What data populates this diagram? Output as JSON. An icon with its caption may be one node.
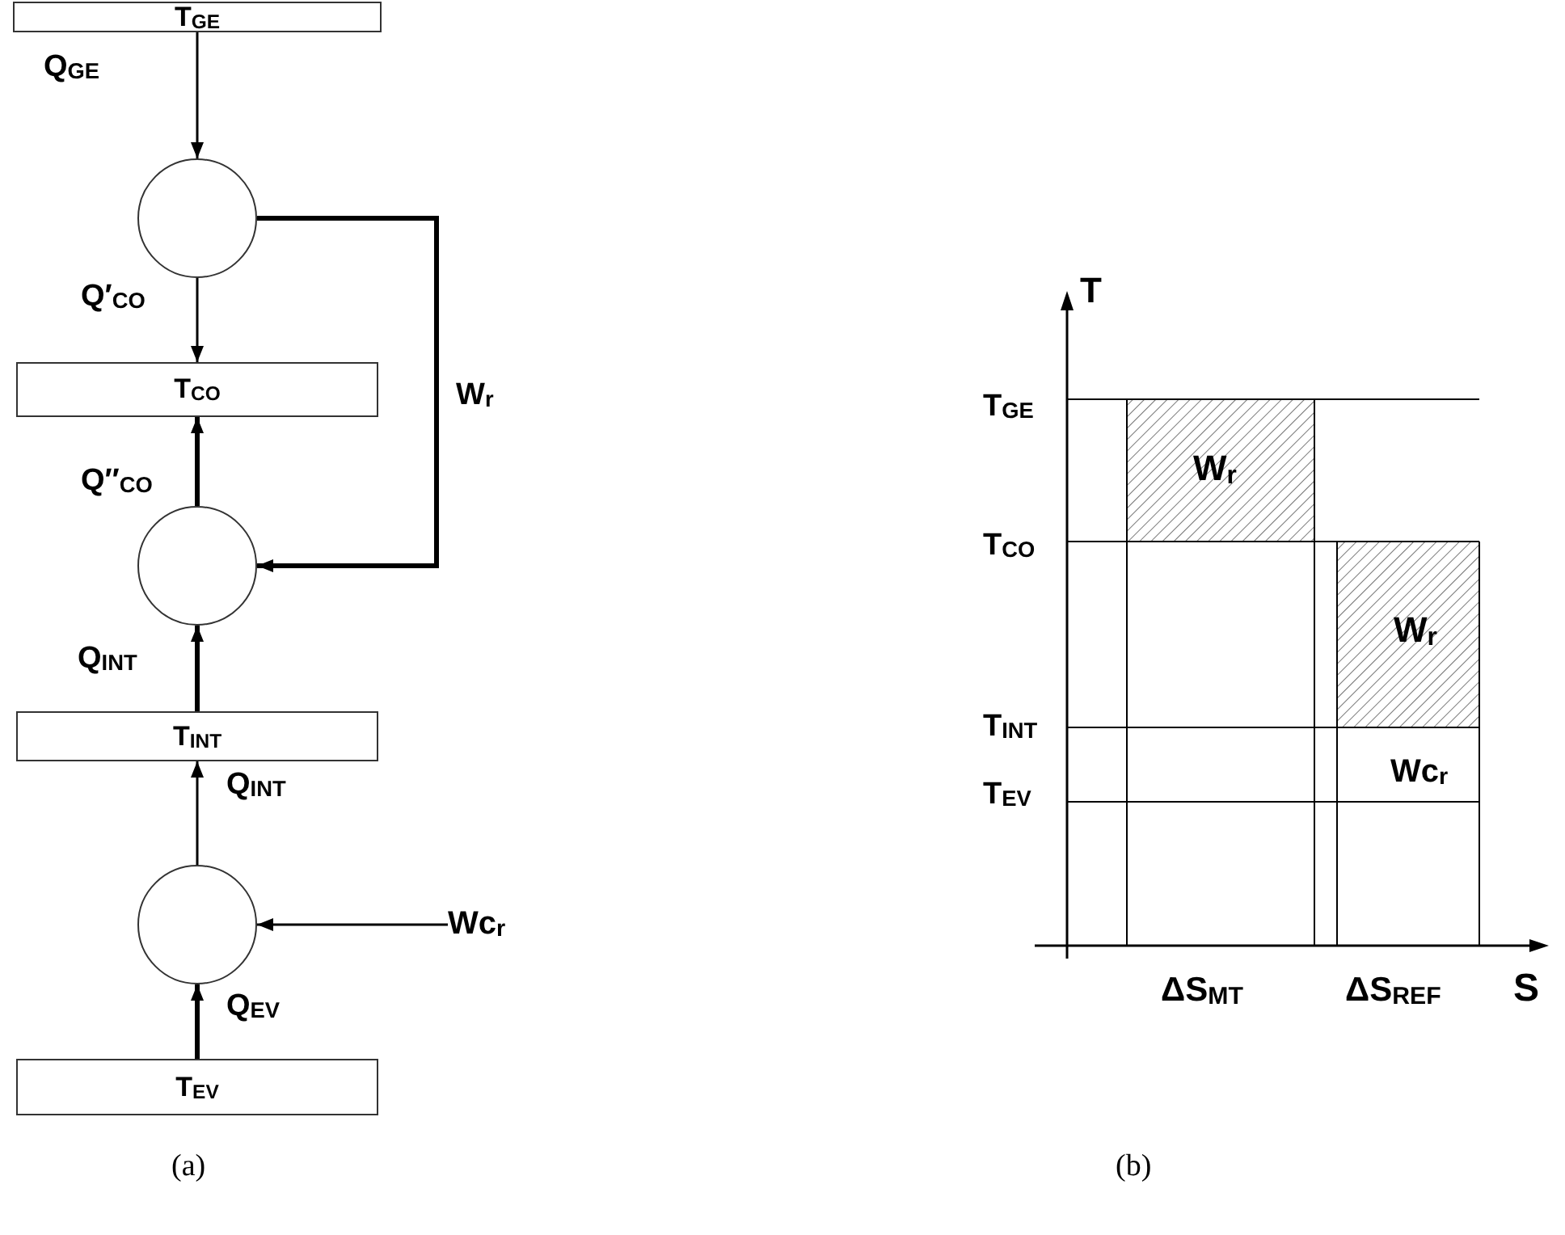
{
  "diagram": {
    "nodes": [
      {
        "text": [
          "T$_{GE}$"
        ]
      },
      {
        "text": [],
        "shape": "circle"
      },
      {
        "text": [
          "T$_{CO}$"
        ]
      },
      {
        "text": [],
        "shape": "circle"
      },
      {
        "text": [
          "T$_{INT}$"
        ]
      },
      {
        "text": [],
        "shape": "circle"
      },
      {
        "text": [
          "T$_{EV}$"
        ]
      },
      {
        "text": [
          "Wc$_{r}$"
        ]
      }
    ],
    "edges": [
      {
        "from": 0,
        "to": 1,
        "arrow": "to",
        "label": "Q$_{GE}$"
      },
      {
        "from": 1,
        "to": 2,
        "arrow": "to",
        "label": "Q′$_{CO}$"
      },
      {
        "from": 3,
        "to": 2,
        "arrow": "to",
        "label": "Q″$_{CO}$",
        "style": "thick"
      },
      {
        "from": 4,
        "to": 3,
        "arrow": "to",
        "label": "Q$_{INT}$",
        "style": "thick"
      },
      {
        "from": 5,
        "to": 4,
        "arrow": "to",
        "label": "Q$_{INT}$"
      },
      {
        "from": 6,
        "to": 5,
        "arrow": "to",
        "label": "Q$_{EV}$",
        "style": "thick"
      },
      {
        "from": 1,
        "to": 3,
        "arrow": "to",
        "label": "W$_{r}$",
        "style": "thick"
      },
      {
        "from": 7,
        "to": 5,
        "arrow": "to"
      }
    ],
    "labels": [
      "T",
      "T$_{GE}$",
      "W$_{r}$",
      "T$_{CO}$",
      "W$_{r}$",
      "T$_{INT}$",
      "Wc$_{r}$",
      "T$_{EV}$",
      "ΔS$_{MT}$",
      "ΔS$_{REF}$",
      "S",
      "(a)",
      "(b)"
    ]
  }
}
